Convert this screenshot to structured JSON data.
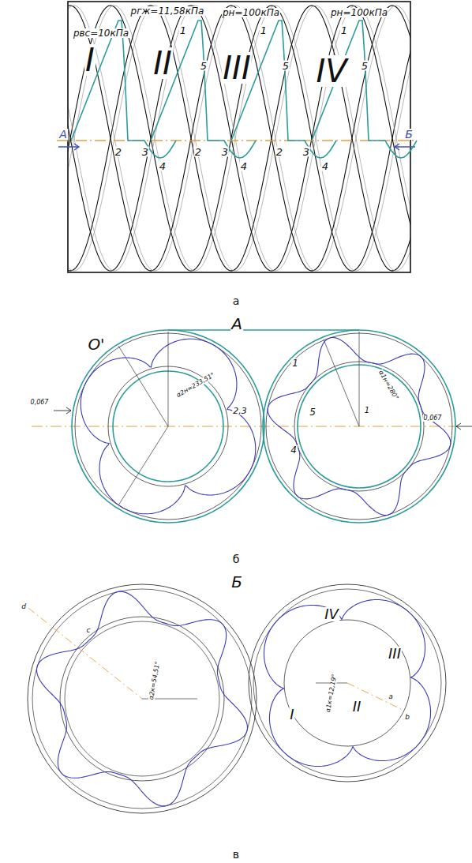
{
  "diagram": {
    "labels": [
      "pвс=10кПа",
      "pгж=11,58кПа",
      "pн=100кПа",
      "pн=100кПа",
      "I",
      "II",
      "III",
      "IV",
      "1",
      "5",
      "1",
      "5",
      "1",
      "5",
      "2",
      "3",
      "4",
      "2",
      "3",
      "4",
      "2",
      "3",
      "4",
      "А",
      "Б",
      "а",
      "А",
      "О'",
      "0,067",
      "0,067",
      "α2н=233,51°",
      "α1н=280°",
      "1",
      "2,3",
      "5",
      "4",
      "1",
      "б",
      "Б",
      "d",
      "c",
      "α2к=54,51°",
      "α1к=12,19°",
      "IV",
      "III",
      "II",
      "I",
      "a",
      "b",
      "в"
    ]
  }
}
